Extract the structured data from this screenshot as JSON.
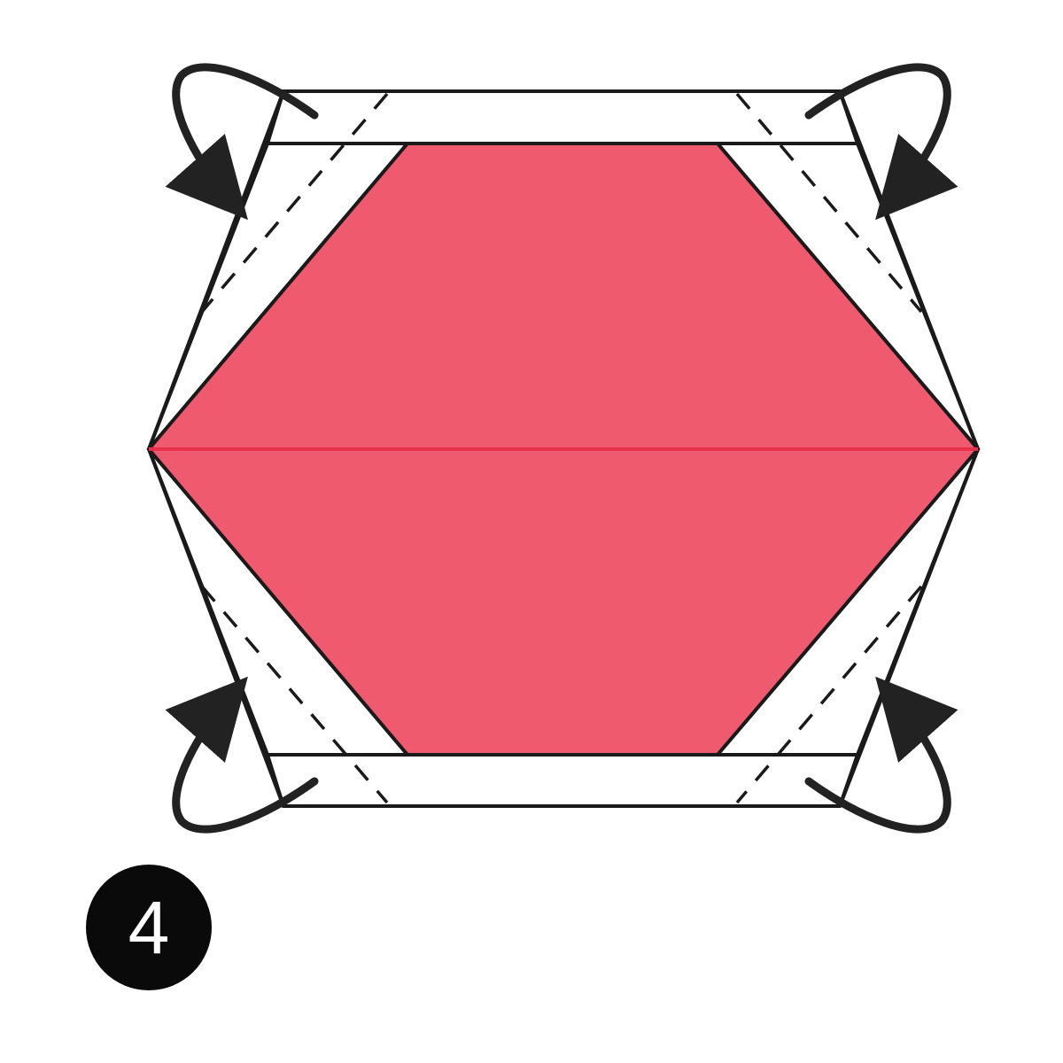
{
  "step": {
    "number": "4"
  },
  "colors": {
    "paper_color": "#ef5a6e",
    "crease_color": "#e8304d",
    "line_color": "#1a1a1a",
    "arrow_color": "#222222",
    "badge_color": "#0a0a0a",
    "background": "#ffffff"
  },
  "icons": {
    "fold_arrow": "curved-fold-arrow-icon",
    "valley_fold": "dashed-valley-fold-line"
  },
  "arrows": [
    {
      "corner": "top-left",
      "direction": "fold-behind"
    },
    {
      "corner": "top-right",
      "direction": "fold-behind"
    },
    {
      "corner": "bottom-left",
      "direction": "fold-behind"
    },
    {
      "corner": "bottom-right",
      "direction": "fold-behind"
    }
  ]
}
